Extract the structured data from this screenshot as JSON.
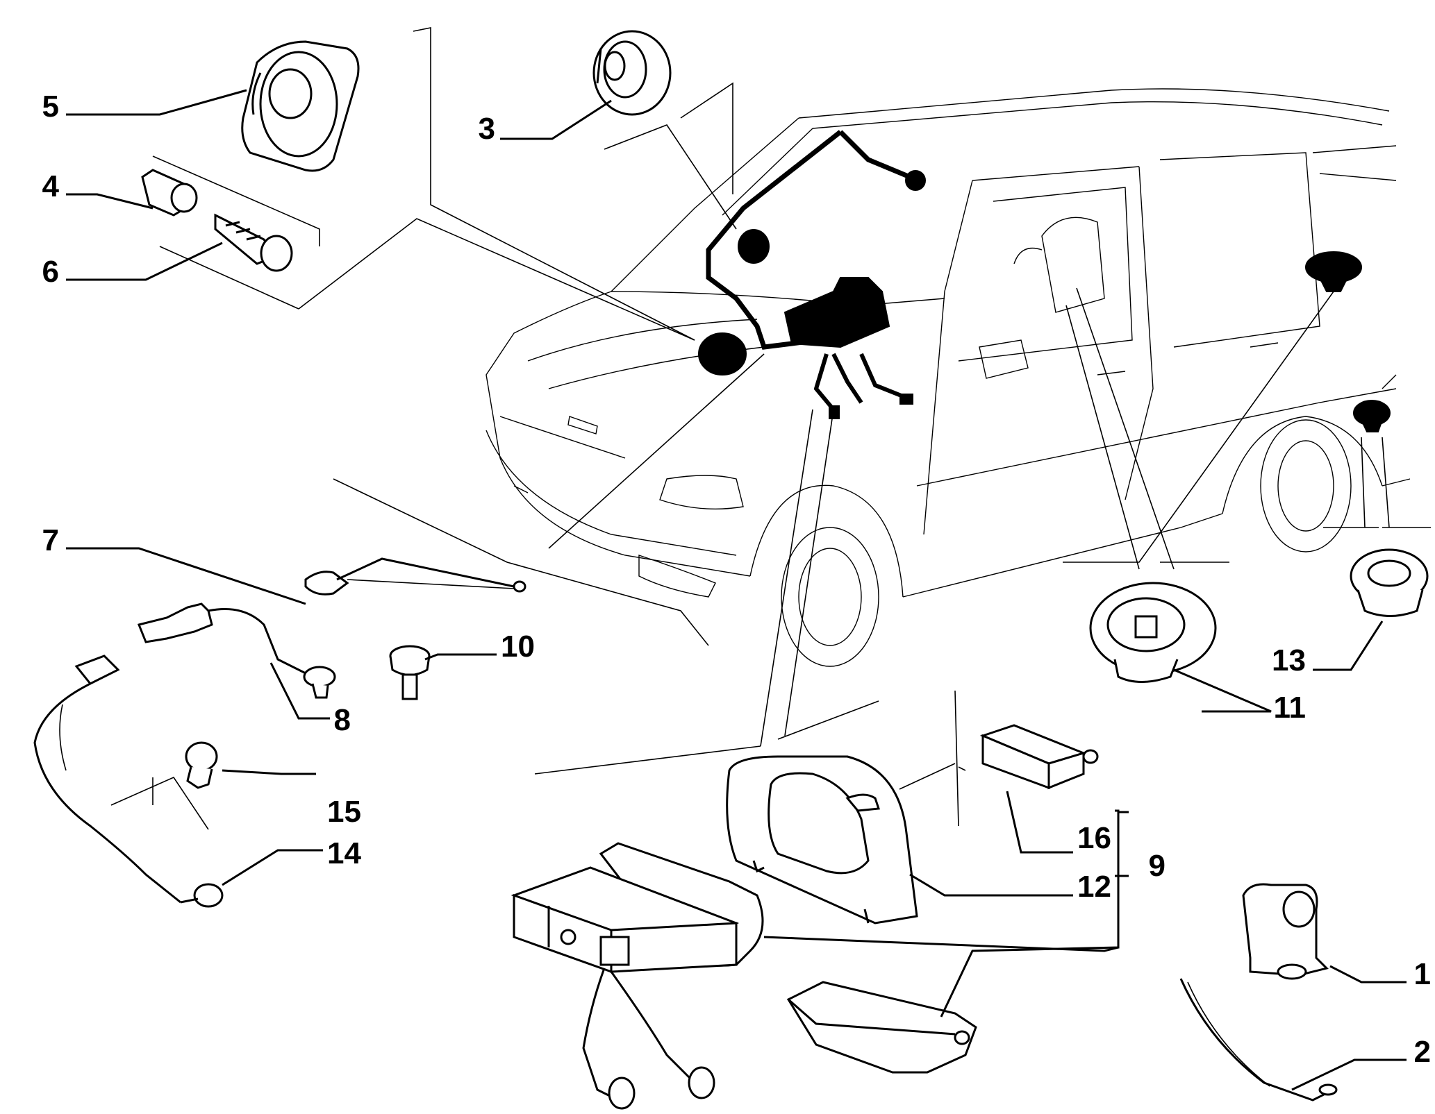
{
  "labels": {
    "c1": "1",
    "c2": "2",
    "c3": "3",
    "c4": "4",
    "c5": "5",
    "c6": "6",
    "c7": "7",
    "c8": "8",
    "c9": "9",
    "c10": "10",
    "c11": "11",
    "c12": "12",
    "c13": "13",
    "c14": "14",
    "c15": "15",
    "c16": "16"
  }
}
